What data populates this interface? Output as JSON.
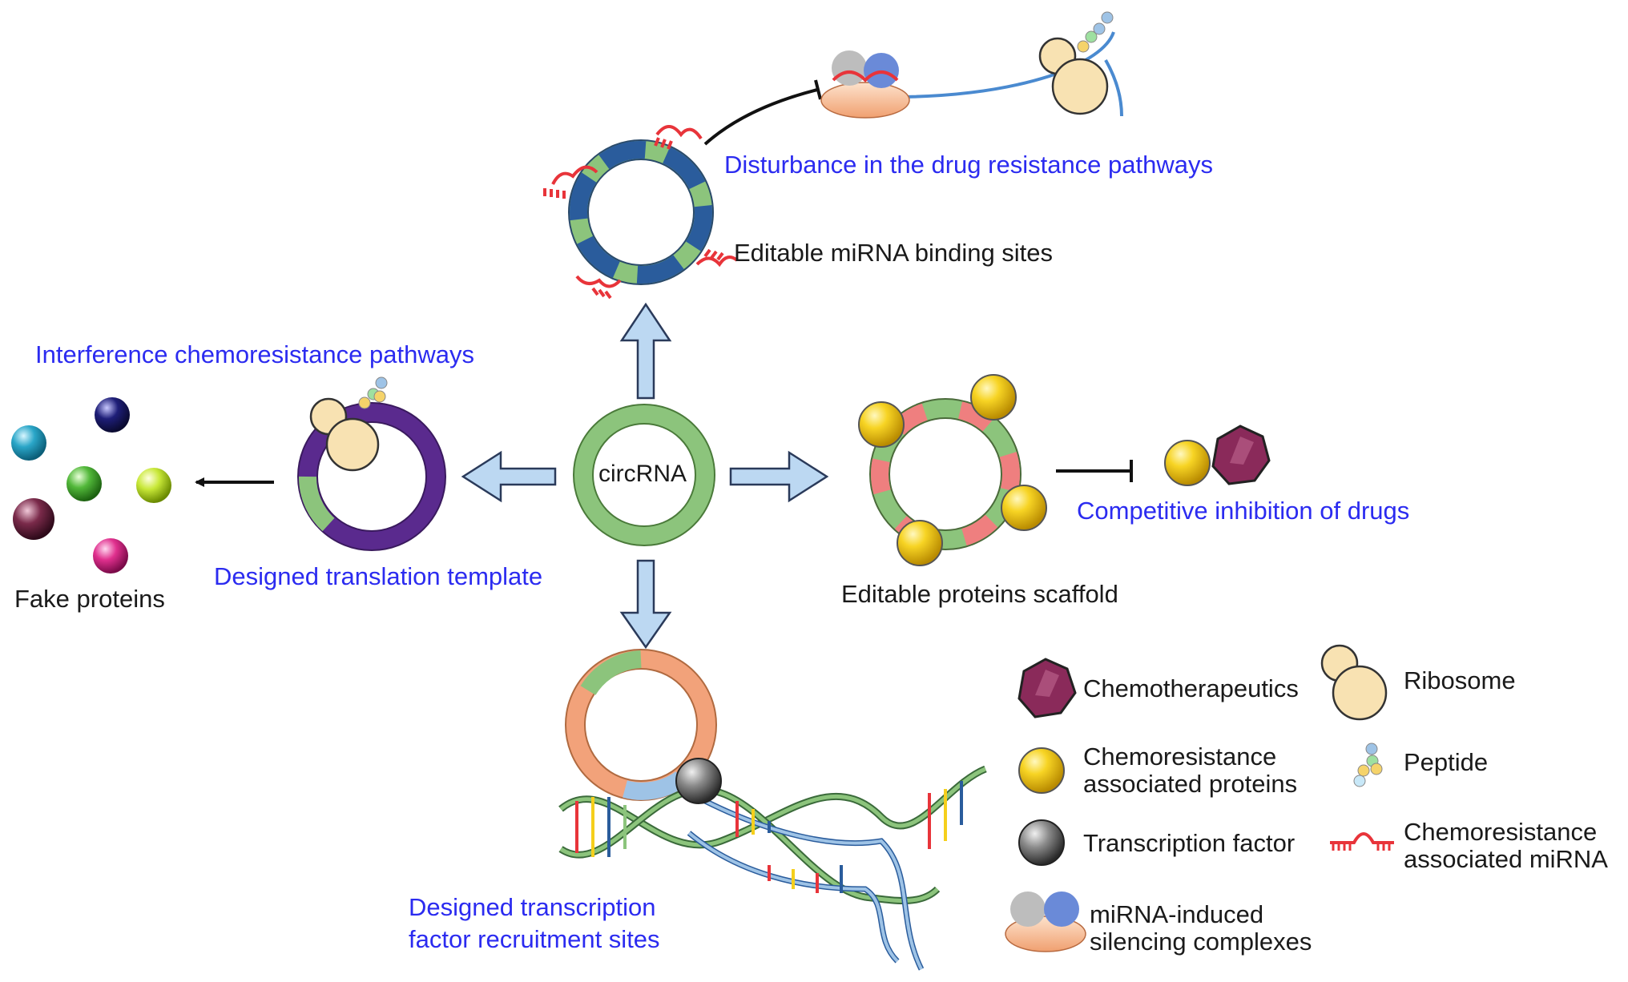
{
  "center": {
    "label": "circRNA"
  },
  "top": {
    "pathway": "Disturbance in the drug resistance pathways",
    "sites": "Editable miRNA binding sites"
  },
  "left": {
    "pathway": "Interference chemoresistance pathways",
    "template": "Designed translation template",
    "proteins": "Fake proteins"
  },
  "right": {
    "scaffold": "Editable proteins scaffold",
    "inhibition": "Competitive inhibition of drugs"
  },
  "bottom": {
    "line1": "Designed transcription",
    "line2": "factor recruitment sites"
  },
  "legend": {
    "chemotherapeutics": "Chemotherapeutics",
    "ribosome": "Ribosome",
    "protein_l1": "Chemoresistance",
    "protein_l2": "associated proteins",
    "peptide": "Peptide",
    "tf": "Transcription factor",
    "mirna_l1": "Chemoresistance",
    "mirna_l2": "associated miRNA",
    "risc_l1": "miRNA-induced",
    "risc_l2": "silencing complexes"
  },
  "colors": {
    "label_blue": "#2b2bf0",
    "green": "#8cc47c",
    "dark_blue": "#2a5c9c",
    "purple": "#5a2a8e",
    "red_pink": "#ef7f7f",
    "orange": "#f2a27a",
    "light_blue": "#9ec3e6",
    "yellow": "#f5cf1c",
    "chemo_purple": "#8a2a5a",
    "ribosome": "#f8e2b2",
    "mirna_red": "#e8343a"
  }
}
